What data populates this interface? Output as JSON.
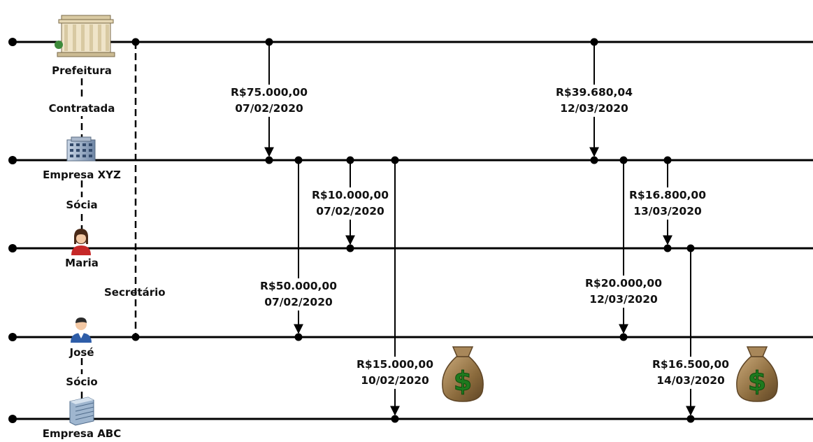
{
  "entities": [
    {
      "id": "prefeitura",
      "label": "Prefeitura",
      "icon": "city-hall-icon"
    },
    {
      "id": "empresa_xyz",
      "label": "Empresa XYZ",
      "icon": "office-building-icon"
    },
    {
      "id": "maria",
      "label": "Maria",
      "icon": "woman-avatar-icon"
    },
    {
      "id": "jose",
      "label": "José",
      "icon": "man-avatar-icon"
    },
    {
      "id": "empresa_abc",
      "label": "Empresa ABC",
      "icon": "glass-building-icon"
    }
  ],
  "relationships": [
    {
      "from": "prefeitura",
      "to": "empresa_xyz",
      "label": "Contratada"
    },
    {
      "from": "empresa_xyz",
      "to": "maria",
      "label": "Sócia"
    },
    {
      "from": "jose",
      "to": "empresa_abc",
      "label": "Sócio"
    },
    {
      "from": "prefeitura",
      "to": "jose",
      "label": "Secretário"
    }
  ],
  "transfers": [
    {
      "from": "prefeitura",
      "to": "empresa_xyz",
      "amount": "R$75.000,00",
      "date": "07/02/2020"
    },
    {
      "from": "empresa_xyz",
      "to": "jose",
      "amount": "R$50.000,00",
      "date": "07/02/2020"
    },
    {
      "from": "empresa_xyz",
      "to": "maria",
      "amount": "R$10.000,00",
      "date": "07/02/2020"
    },
    {
      "from": "empresa_xyz",
      "to": "empresa_abc",
      "amount": "R$15.000,00",
      "date": "10/02/2020"
    },
    {
      "from": "prefeitura",
      "to": "empresa_xyz",
      "amount": "R$39.680,04",
      "date": "12/03/2020"
    },
    {
      "from": "empresa_xyz",
      "to": "jose",
      "amount": "R$20.000,00",
      "date": "12/03/2020"
    },
    {
      "from": "empresa_xyz",
      "to": "maria",
      "amount": "R$16.800,00",
      "date": "13/03/2020"
    },
    {
      "from": "maria",
      "to": "empresa_abc",
      "amount": "R$16.500,00",
      "date": "14/03/2020"
    }
  ],
  "money_icons": [
    "money-bag-icon",
    "money-bag-icon"
  ],
  "colors": {
    "line": "#000000",
    "money_bag": "#8a6a3c",
    "dollar": "#1e7a1e"
  }
}
